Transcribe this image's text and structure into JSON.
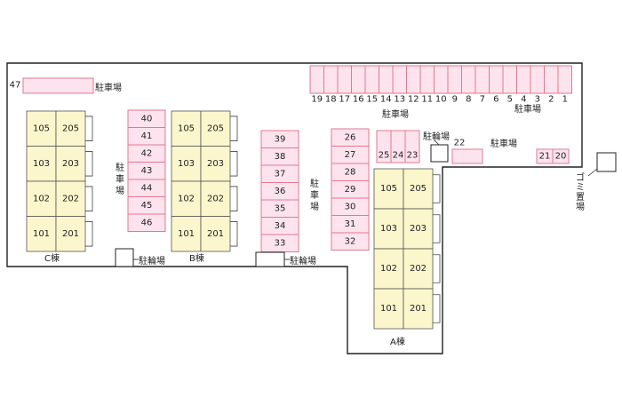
{
  "colors": {
    "parking_fill": "#fde3ee",
    "parking_stroke": "#e2788f",
    "unit_fill": "#fbf6cc",
    "unit_stroke": "#555555",
    "lot_stroke": "#222222"
  },
  "labels": {
    "parking": "駐車場",
    "parking_v": [
      "駐",
      "車",
      "場"
    ],
    "bike": "駐輪場",
    "garbage_v": [
      "ゴ",
      "ミ",
      "置",
      "場"
    ],
    "building_c": "C棟",
    "building_b": "B棟",
    "building_a": "A棟"
  },
  "parking": {
    "top_row": [
      "19",
      "18",
      "17",
      "16",
      "15",
      "14",
      "13",
      "12",
      "11",
      "10",
      "9",
      "8",
      "7",
      "6",
      "5",
      "4",
      "3",
      "2",
      "1"
    ],
    "left_single": "47",
    "col_40_46": [
      "40",
      "41",
      "42",
      "43",
      "44",
      "45",
      "46"
    ],
    "col_39_33": [
      "39",
      "38",
      "37",
      "36",
      "35",
      "34",
      "33"
    ],
    "col_26_32": [
      "26",
      "27",
      "28",
      "29",
      "30",
      "31",
      "32"
    ],
    "row_25_23": [
      "25",
      "24",
      "23"
    ],
    "single_22": "22",
    "pair_21_20": [
      "21",
      "20"
    ]
  },
  "buildings": {
    "c": [
      [
        "105",
        "205"
      ],
      [
        "103",
        "203"
      ],
      [
        "102",
        "202"
      ],
      [
        "101",
        "201"
      ]
    ],
    "b": [
      [
        "105",
        "205"
      ],
      [
        "103",
        "203"
      ],
      [
        "102",
        "202"
      ],
      [
        "101",
        "201"
      ]
    ],
    "a": [
      [
        "105",
        "205"
      ],
      [
        "103",
        "203"
      ],
      [
        "102",
        "202"
      ],
      [
        "101",
        "201"
      ]
    ]
  }
}
